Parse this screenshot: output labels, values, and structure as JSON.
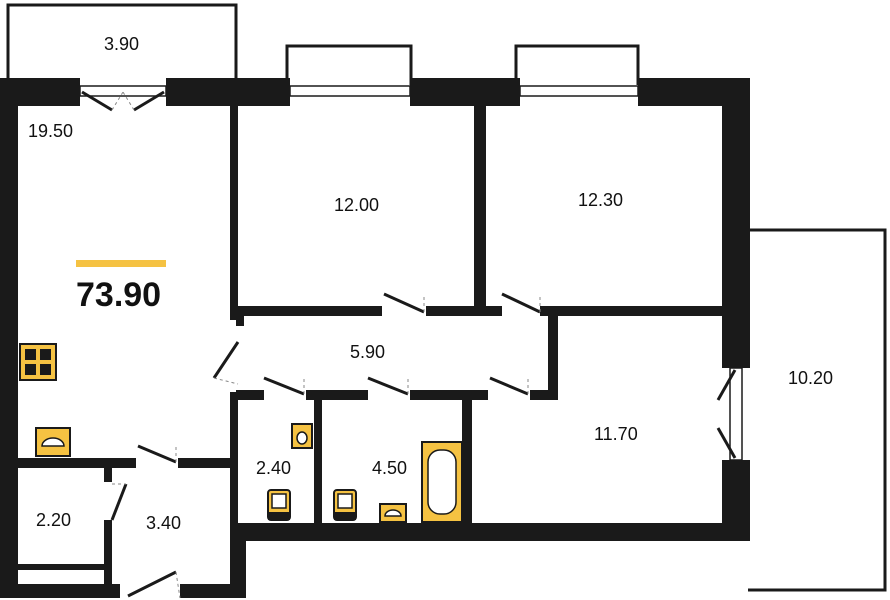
{
  "plan": {
    "total_area": "73.90",
    "accent_color": "#f5c242",
    "wall_color": "#1a1a1a",
    "rooms": [
      {
        "id": "balcony-top",
        "area": "3.90"
      },
      {
        "id": "kitchen-living",
        "area": "19.50"
      },
      {
        "id": "bedroom-1",
        "area": "12.00"
      },
      {
        "id": "bedroom-2",
        "area": "12.30"
      },
      {
        "id": "corridor",
        "area": "5.90"
      },
      {
        "id": "bathroom",
        "area": "2.40"
      },
      {
        "id": "bath",
        "area": "4.50"
      },
      {
        "id": "bedroom-3",
        "area": "11.70"
      },
      {
        "id": "balcony-right",
        "area": "10.20"
      },
      {
        "id": "storage",
        "area": "2.20"
      },
      {
        "id": "hall",
        "area": "3.40"
      }
    ],
    "fixtures": [
      "stove-icon",
      "kitchen-sink-icon",
      "bathroom-sink-icon",
      "toilet-icon",
      "bathtub-icon"
    ]
  }
}
